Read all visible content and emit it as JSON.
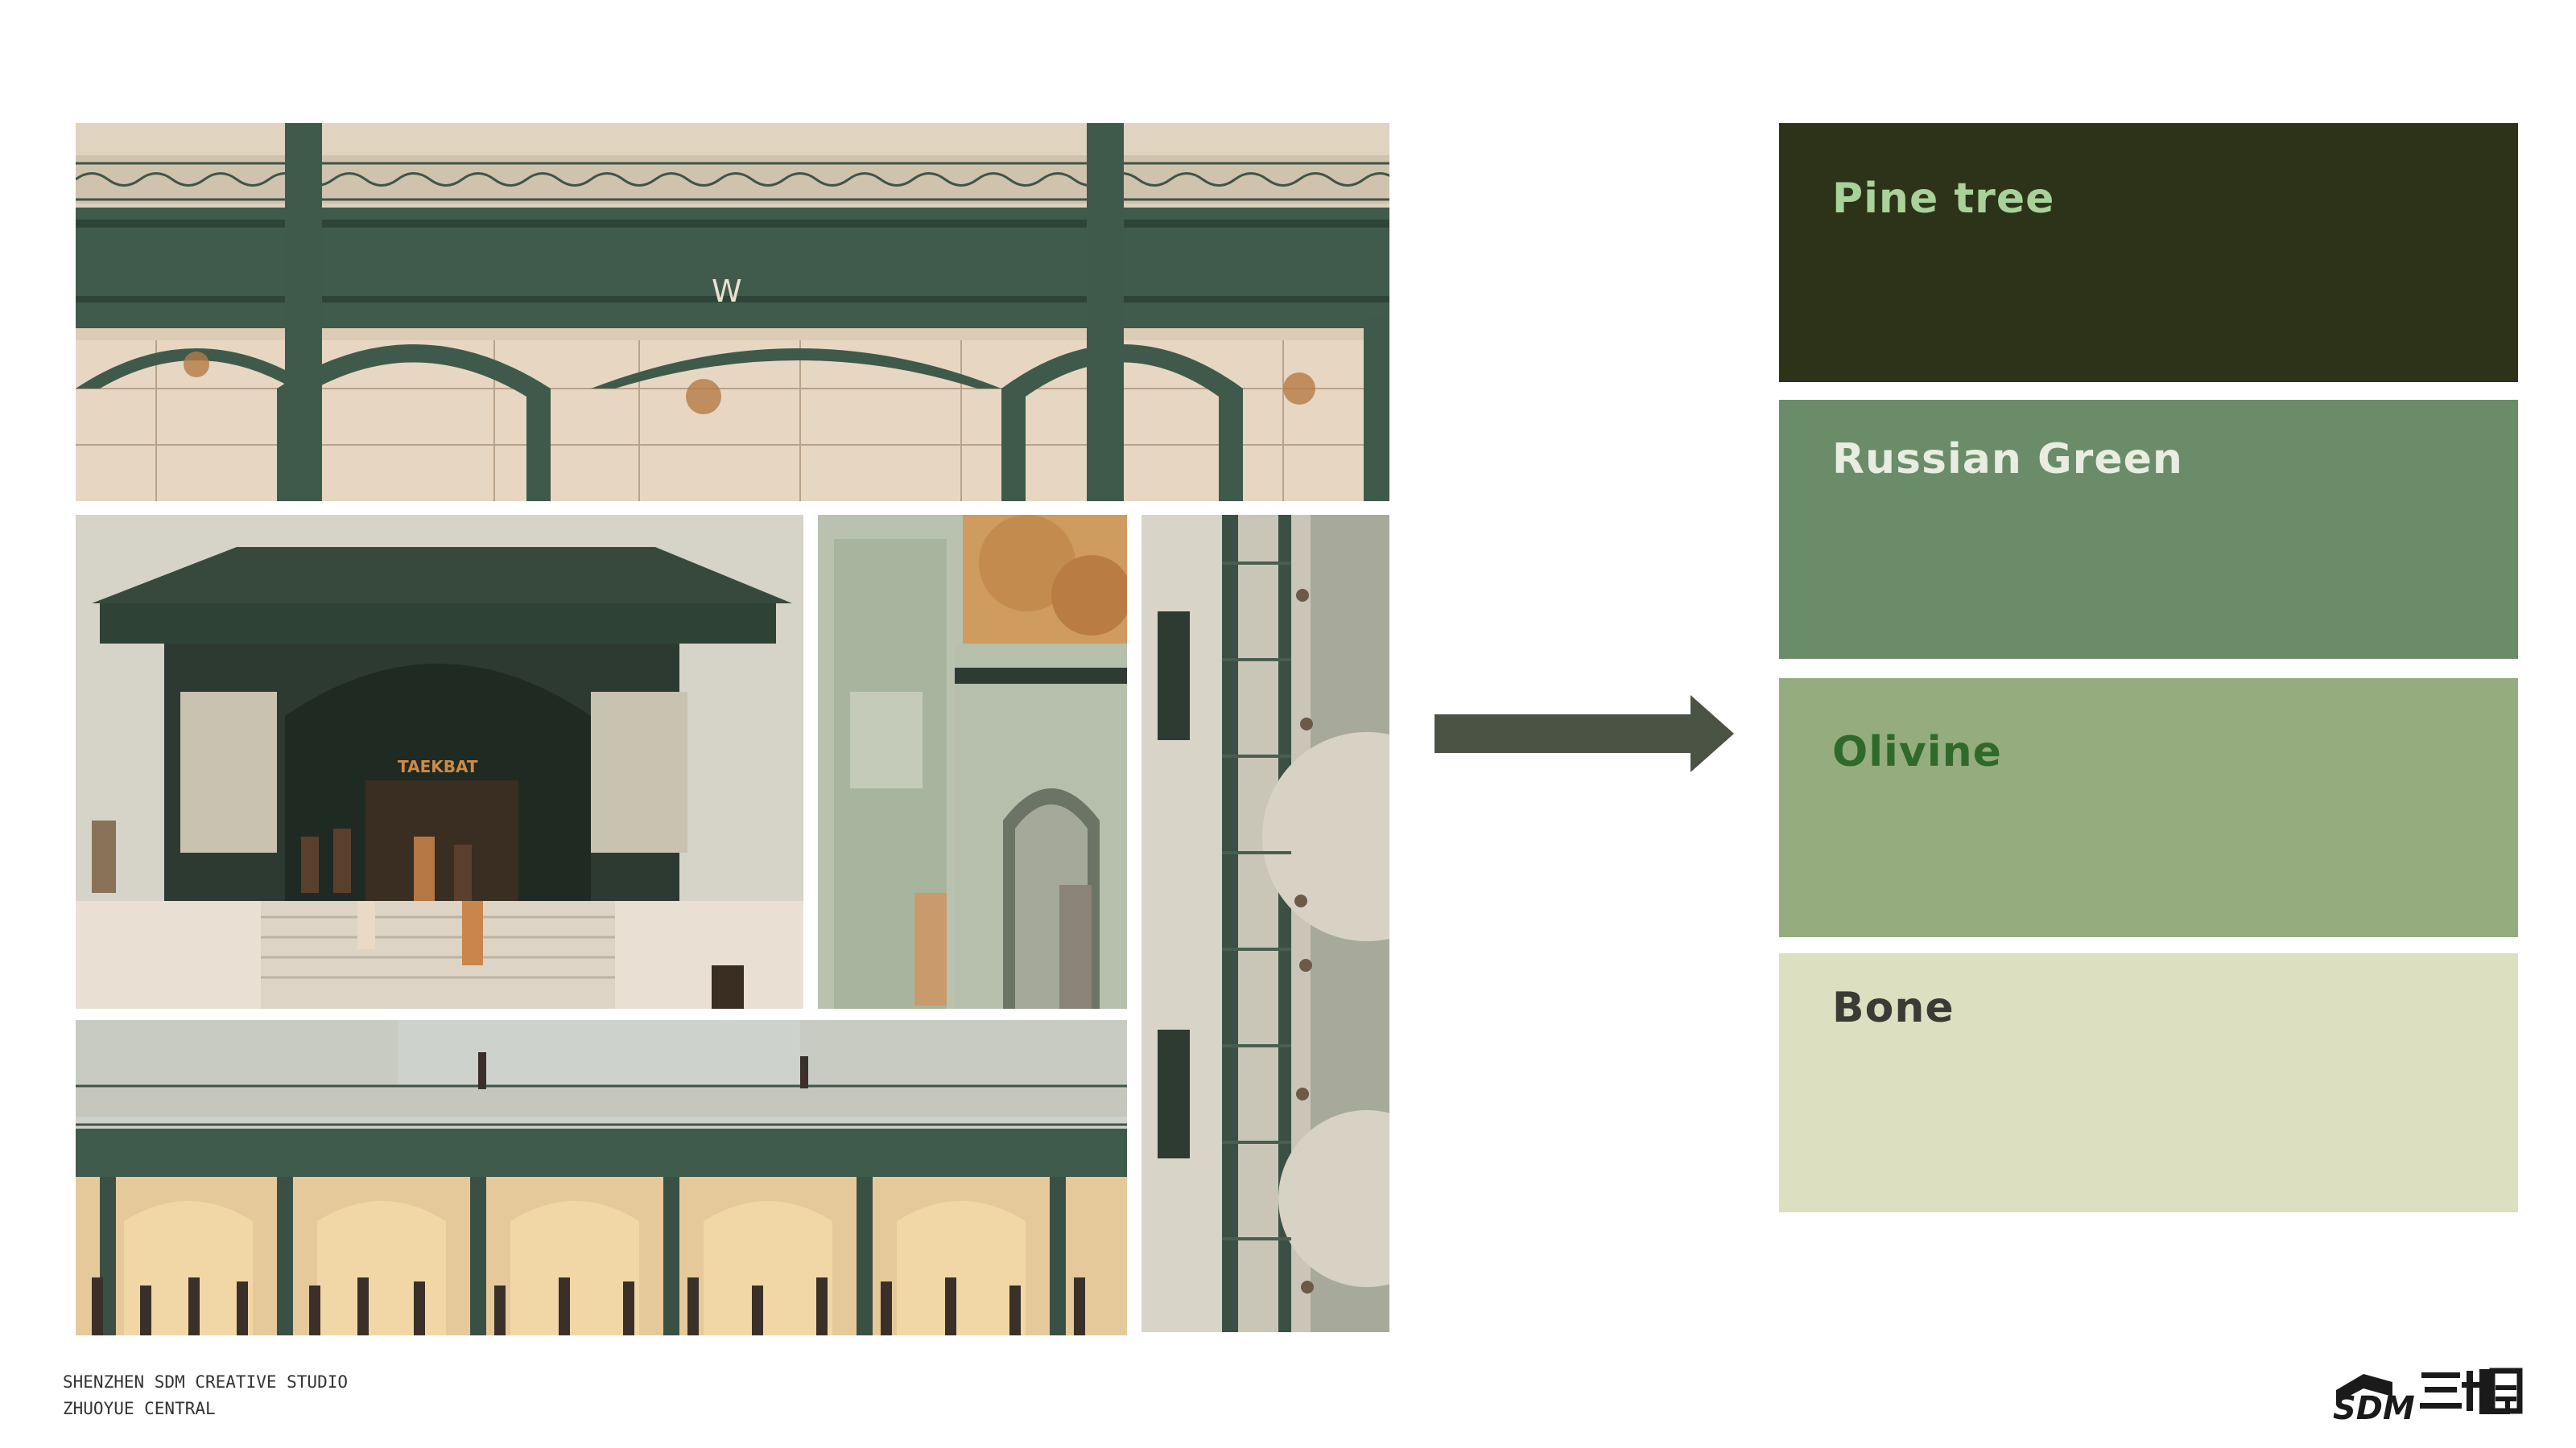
{
  "palette": {
    "swatches": [
      {
        "name": "Pine tree",
        "color": "#2c3319",
        "label_color": "#a9d29b"
      },
      {
        "name": "Russian Green",
        "color": "#6a8c69",
        "label_color": "#e8ede0"
      },
      {
        "name": "Olivine",
        "color": "#95ad7e",
        "label_color": "#2f6a2b"
      },
      {
        "name": "Bone",
        "color": "#dcdfc0",
        "label_color": "#3a3b34"
      }
    ]
  },
  "arrow": {
    "color": "#4a5244",
    "icon": "arrow-right-icon"
  },
  "footer": {
    "line1": "SHENZHEN SDM CREATIVE STUDIO",
    "line2": "ZHUOYUE CENTRAL"
  },
  "logo": {
    "text": "SDM三地目"
  },
  "photos": {
    "top_sign": "W",
    "pavilion_sign": "TAEKBAT"
  }
}
